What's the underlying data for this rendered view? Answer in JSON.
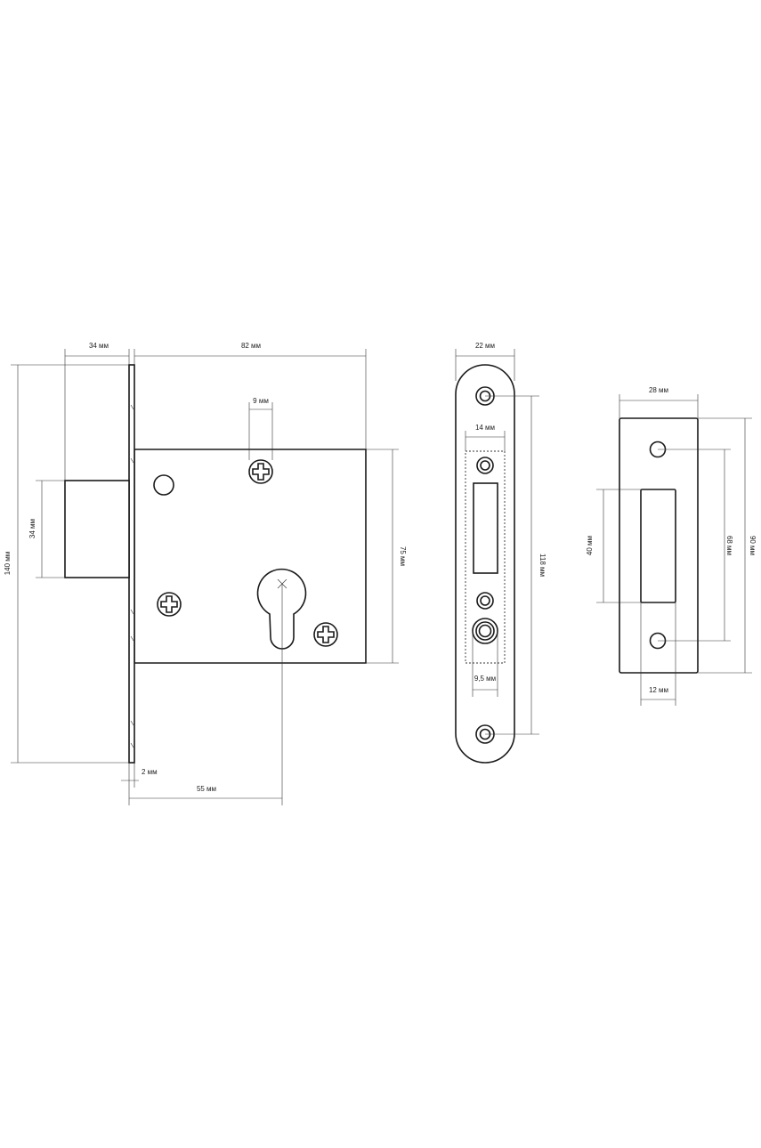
{
  "dimensions": {
    "bolt_projection": "34 мм",
    "case_depth": "82 мм",
    "screw_spacing": "9 мм",
    "bolt_height": "34 мм",
    "face_plate_height": "140 мм",
    "case_height": "75 мм",
    "face_plate_thickness": "2 мм",
    "backset": "55 мм",
    "face_plate_width": "22 мм",
    "face_inner_width": "14 мм",
    "face_hole_spacing": "118 мм",
    "face_bottom_width": "9,5 мм",
    "strike_width": "28 мм",
    "strike_opening_height": "40 мм",
    "strike_hole_spacing": "68 мм",
    "strike_height": "90 мм",
    "strike_opening_width": "12 мм"
  }
}
